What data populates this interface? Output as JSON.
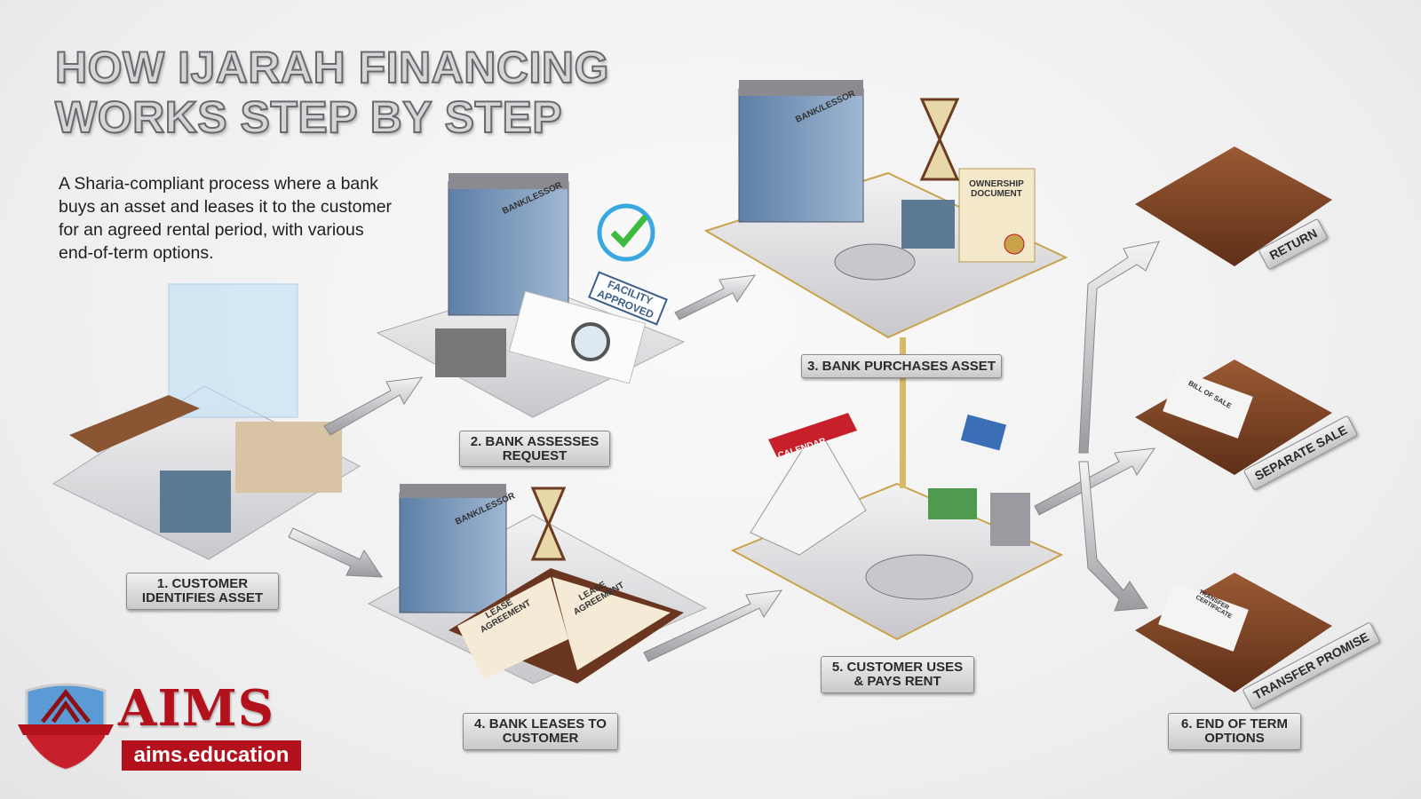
{
  "title": {
    "line1": "HOW IJARAH FINANCING",
    "line2": "WORKS STEP BY STEP"
  },
  "description": "A Sharia-compliant process where a bank buys an asset and leases it to the customer for an agreed rental period, with various end-of-term options.",
  "steps": [
    {
      "label": "1. CUSTOMER IDENTIFIES ASSET"
    },
    {
      "label": "2. BANK ASSESSES REQUEST"
    },
    {
      "label": "3. BANK PURCHASES ASSET"
    },
    {
      "label": "4. BANK LEASES TO CUSTOMER"
    },
    {
      "label": "5. CUSTOMER USES & PAYS RENT"
    },
    {
      "label": "6. END OF TERM OPTIONS"
    }
  ],
  "options": [
    {
      "label": "RETURN"
    },
    {
      "label": "SEPARATE SALE"
    },
    {
      "label": "TRANSFER PROMISE"
    }
  ],
  "illustration_text": {
    "bank": "BANK/LESSOR",
    "facility": "FACILITY APPROVED",
    "ownership": "OWNERSHIP DOCUMENT",
    "lease": "LEASE AGREEMENT",
    "calendar": "CALENDAR",
    "bill": "BILL OF SALE",
    "transfer": "TRANSFER CERTIFICATE"
  },
  "logo": {
    "name": "AIMS",
    "url": "aims.education"
  },
  "colors": {
    "brand": "#b3121c",
    "platform": "#d9d9dc",
    "wood": "#7a4326",
    "gold": "#c9a24a",
    "arrow": "#b8b8bc"
  }
}
